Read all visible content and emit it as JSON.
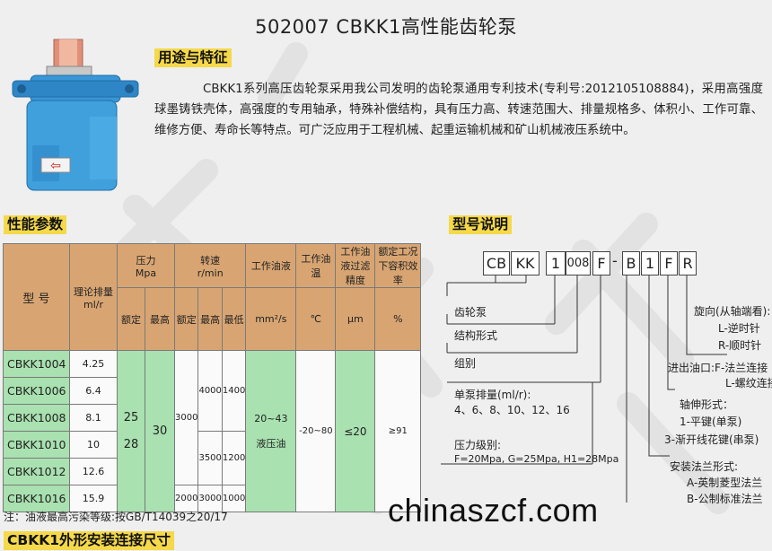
{
  "title": "502007 CBKK1高性能齿轮泵",
  "usage": {
    "heading": "用途与特征",
    "text": "CBKK1系列高压齿轮泵采用我公司发明的齿轮泵通用专利技术(专利号:2012105108884)，采用高强度球墨铸铁壳体，高强度的专用轴承，特殊补偿结构，具有压力高、转速范围大、排量规格多、体积小、工作可靠、维修方便、寿命长等特点。可广泛应用于工程机械、起重运输机械和矿山机械液压系统中。"
  },
  "pump": {
    "label": "pump-product-photo",
    "plate_arrow": "⇦"
  },
  "performance": {
    "heading": "性能参数",
    "headers": {
      "model": "型  号",
      "displacement": "理论排量",
      "displacement_unit": "ml/r",
      "pressure": "压力",
      "pressure_unit": "Mpa",
      "rated": "额定",
      "max": "最高",
      "speed": "转速",
      "speed_unit": "r/min",
      "speed_rated": "额定",
      "speed_max": "最高",
      "speed_min": "最低",
      "oil": "工作油液",
      "oil_unit": "mm²/s",
      "temp": "工作油温",
      "temp_unit": "℃",
      "filter": "工作油液过滤精度",
      "filter_unit": "μm",
      "efficiency": "额定工况下容积效率",
      "efficiency_unit": "%"
    },
    "rows": [
      {
        "model": "CBKK1004",
        "disp": "4.25"
      },
      {
        "model": "CBKK1006",
        "disp": "6.4"
      },
      {
        "model": "CBKK1008",
        "disp": "8.1"
      },
      {
        "model": "CBKK1010",
        "disp": "10"
      },
      {
        "model": "CBKK1012",
        "disp": "12.6"
      },
      {
        "model": "CBKK1016",
        "disp": "15.9"
      }
    ],
    "rated_pressure_a": "25",
    "rated_pressure_b": "28",
    "max_pressure": "30",
    "speed_rated_a": "3000",
    "speed_rated_b": "2000",
    "speed_max_a": "4000",
    "speed_max_b": "3500",
    "speed_max_c": "3000",
    "speed_min_a": "1400",
    "speed_min_b": "1200",
    "speed_min_c": "1000",
    "oil_value": "20~43",
    "oil_type": "液压油",
    "temp_value": "-20~80",
    "filter_value": "≤20",
    "efficiency_value": "≥91",
    "note": "注：油液最高污染等级:按GB/T14039之20/17"
  },
  "model_code": {
    "heading": "型号说明",
    "boxes": [
      "CB",
      "KK",
      "1",
      "008",
      "F",
      "B",
      "1",
      "F",
      "R"
    ],
    "dash": "-",
    "labels": {
      "gear_pump": "齿轮泵",
      "structure": "结构形式",
      "group": "组别",
      "displacement": "单泵排量(ml/r):",
      "displacement_values": "4、6、8、10、12、16",
      "pressure_grade": "压力级别:",
      "pressure_values": "F=20Mpa, G=25Mpa,  H1=28Mpa",
      "rotation": "旋向(从轴端看):",
      "rotation_l": "L-逆时针",
      "rotation_r": "R-顺时针",
      "port": "进出油口:F-法兰连接",
      "port_l": "L-螺纹连接",
      "shaft": "轴伸形式：",
      "shaft_1": "1-平键(单泵)",
      "shaft_3": "3-渐开线花键(串泵)",
      "flange": "安装法兰形式:",
      "flange_a": "A-英制菱型法兰",
      "flange_b": "B-公制标准法兰"
    }
  },
  "outline": {
    "heading": "CBKK1外形安装连接尺寸"
  },
  "watermark": {
    "site": "chinaszcf.com"
  },
  "colors": {
    "highlight": "#f5d94a",
    "header": "#d8a572",
    "green": "#a9e1b0",
    "pump": "#3fa0dc"
  }
}
